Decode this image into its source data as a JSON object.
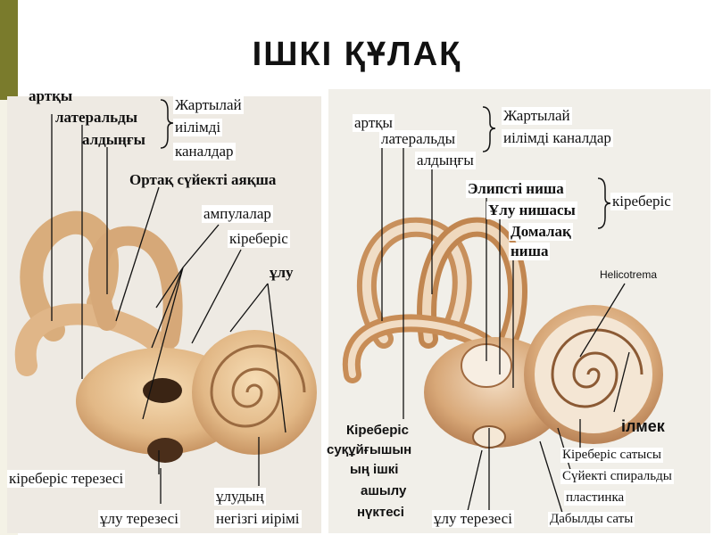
{
  "title": "ІШКІ ҚҰЛАҚ",
  "left_labels": {
    "artky": "артқы",
    "lateraldy": "латеральды",
    "aldyngy": "алдыңғы",
    "canals_1": "Жартылай",
    "canals_2": "иілімді",
    "canals_3": "каналдар",
    "common_crus": "Ортақ сүйекті аяқша",
    "ampullae": "ампулалар",
    "vestibule": "кіреберіс",
    "cochlea": "ұлу",
    "oval_window": "кіреберіс терезесі",
    "base_1": "ұлудың",
    "base_2": "негізгі иірімі",
    "round_window": "ұлу терезесі"
  },
  "right_labels": {
    "artky": "артқы",
    "lateraldy": "латеральды",
    "aldyngy": "алдыңғы",
    "canals_1": "Жартылай",
    "canals_2": "иілімді каналдар",
    "elliptic_recess": "Элипсті ниша",
    "cochlear_recess": "Ұлу нишасы",
    "spherical_1": "Домалақ",
    "spherical_2": "ниша",
    "vestibule": "кіреберіс",
    "helicotrema": "Helicotrema",
    "aqueduct_1": "Кіреберіс",
    "aqueduct_2": "суқұйғышын",
    "aqueduct_3": "ың ішкі",
    "aqueduct_4": "ашылу",
    "aqueduct_5": "нүктесі",
    "round_window": "ұлу терезесі",
    "hook": "ілмек",
    "scala_vestibuli": "Кіреберіс сатысы",
    "spiral_lamina_1": "Сүйекті спиральды",
    "spiral_lamina_2": "пластинка",
    "scala_tympani": "Дабылды саты"
  },
  "colors": {
    "accent_bar": "#7a7b2c",
    "bone_light": "#f2d2a6",
    "bone_mid": "#dcb07a",
    "bone_dark": "#b47a4a",
    "section_bg": "#ece9e0"
  }
}
